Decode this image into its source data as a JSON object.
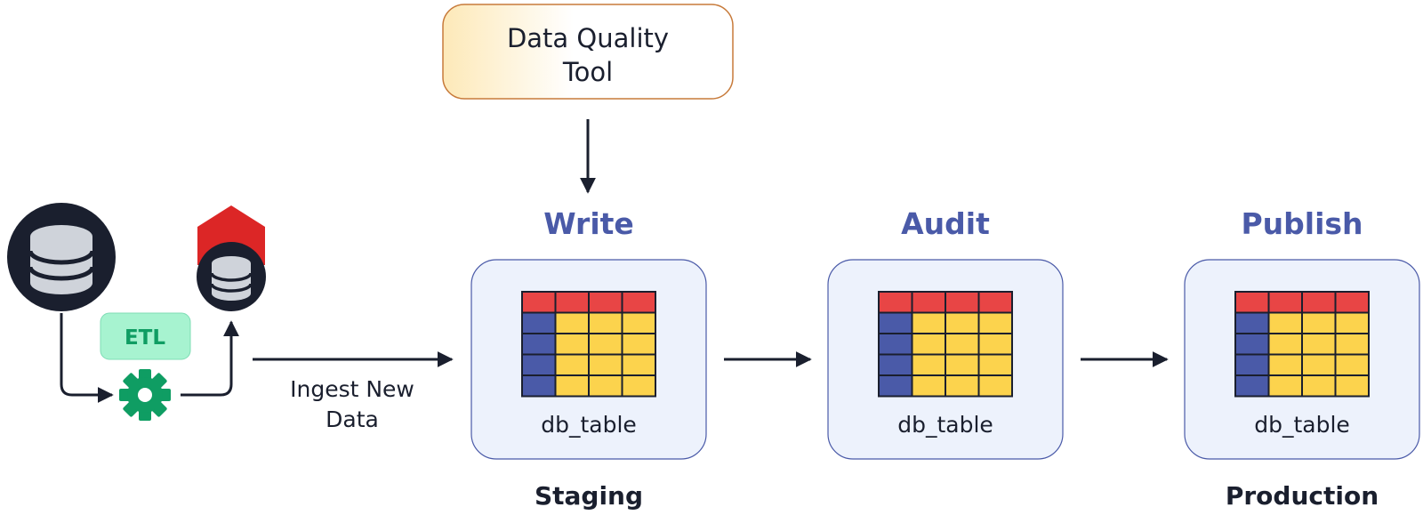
{
  "colors": {
    "dark": "#1a1f2e",
    "accent_blue": "#4a5aa8",
    "panel_fill": "#edf2fc",
    "panel_stroke": "#4a5aa8",
    "header_red": "#e84545",
    "index_blue": "#4a5aa8",
    "cell_yellow": "#fcd34d",
    "etl_fill": "#a7f3d0",
    "etl_text": "#0f9d63",
    "gear_green": "#0f9d63",
    "hex_red": "#dc2626",
    "disk_gray": "#cfd3da",
    "tool_fill_start": "#fde9b8",
    "tool_fill_end": "#ffffff",
    "tool_stroke": "#c77a3a"
  },
  "quality_tool": {
    "line1": "Data Quality",
    "line2": "Tool"
  },
  "source": {
    "etl_label": "ETL",
    "ingest_line1": "Ingest New",
    "ingest_line2": "Data",
    "icons": [
      "database-icon",
      "gear-icon",
      "hex-database-icon"
    ]
  },
  "stages": [
    {
      "phase": "Write",
      "table_label": "db_table",
      "tag": "Staging"
    },
    {
      "phase": "Audit",
      "table_label": "db_table",
      "tag": ""
    },
    {
      "phase": "Publish",
      "table_label": "db_table",
      "tag": "Production"
    }
  ]
}
